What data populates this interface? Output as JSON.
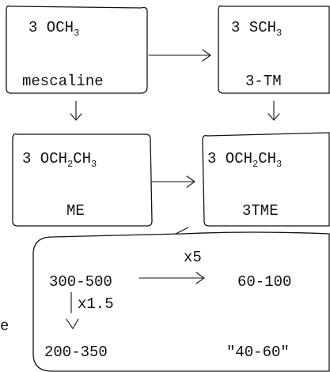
{
  "boxes": {
    "mescaline": {
      "formula_base": "3 OCH",
      "formula_sub1": "3",
      "name": "mescaline"
    },
    "tm": {
      "formula_base": "3 SCH",
      "formula_sub1": "3",
      "name": "3-TM"
    },
    "me": {
      "formula_base": "3 OCH",
      "formula_sub1": "2",
      "formula_mid": "CH",
      "formula_sub2": "3",
      "name": "ME"
    },
    "tme": {
      "formula_base": "3 OCH",
      "formula_sub1": "2",
      "formula_mid": "CH",
      "formula_sub2": "3",
      "name": "3TME"
    }
  },
  "dosage": {
    "mescaline_dose": "300-500",
    "tm_dose": "60-100",
    "me_dose": "200-350",
    "tme_dose": "\"40-60\"",
    "factor_right": "x5",
    "factor_down": "x1.5",
    "side_label": "e"
  }
}
